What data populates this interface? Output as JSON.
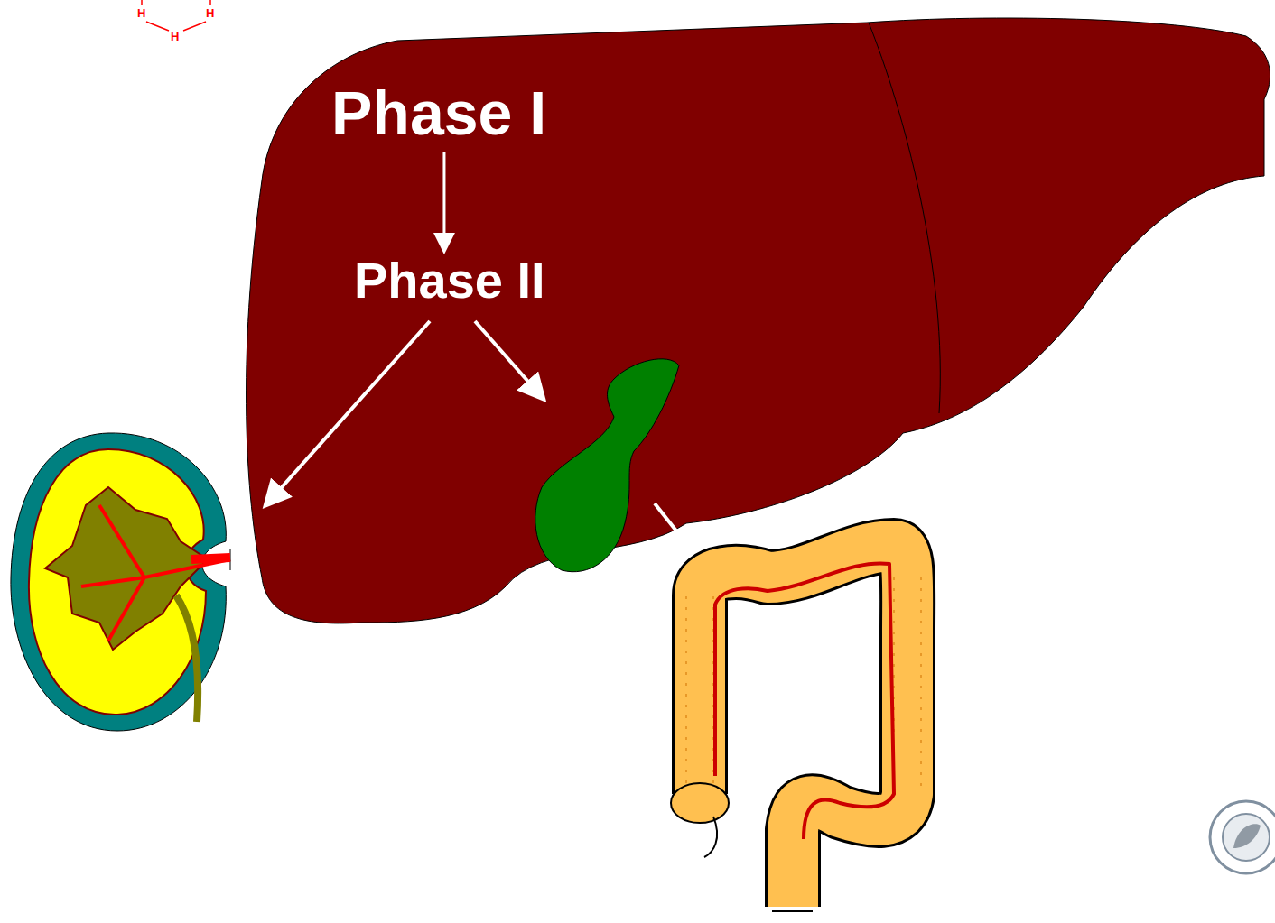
{
  "diagram": {
    "nodes": [
      {
        "text": [
          "Phase I"
        ]
      },
      {
        "text": [
          "Phase II"
        ]
      }
    ],
    "edges": [
      {
        "from": 0,
        "to": 1,
        "arrow": "to"
      }
    ],
    "labels": [
      "H",
      "H",
      "H"
    ]
  }
}
